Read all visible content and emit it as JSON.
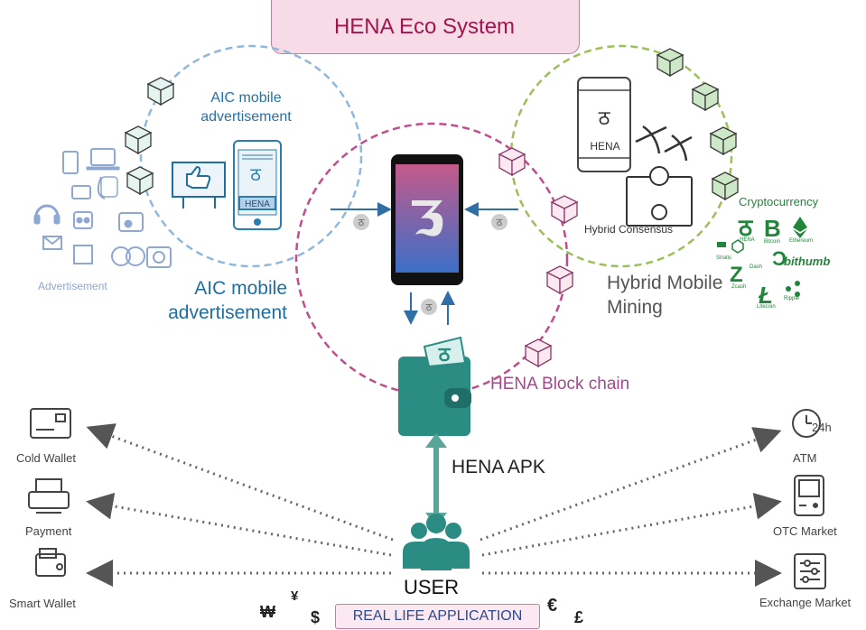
{
  "title": "HENA Eco System",
  "left": {
    "aic_small": "AIC mobile advertisement",
    "aic_big": "AIC mobile advertisement",
    "advertisement": "Advertisement",
    "phone_badge": "HENA"
  },
  "right": {
    "phone_label": "HENA",
    "hybrid_consensus": "Hybrid Consensus",
    "cryptocurrency": "Cryptocurrency",
    "hybrid_mobile_mining": "Hybrid Mobile Mining",
    "coins": {
      "hena": "HENA",
      "bitcoin": "Bitcoin",
      "ethereum": "Ethereum",
      "stratis": "Stratis",
      "dash": "Dash",
      "bithumb": "bithumb",
      "zcash": "Zcash",
      "litecoin": "Litecoin",
      "ripple": "Ripple"
    }
  },
  "center": {
    "block_chain": "HENA Block chain",
    "hena_apk": "HENA APK",
    "user": "USER",
    "real_life": "REAL LIFE APPLICATION"
  },
  "left_targets": [
    "Cold Wallet",
    "Payment",
    "Smart Wallet"
  ],
  "right_targets": [
    "ATM",
    "OTC Market",
    "Exchange Market"
  ],
  "currency_symbols": [
    "₩",
    "¥",
    "$",
    "€",
    "£"
  ],
  "colors": {
    "title_fill": "#f7dbe7",
    "left_circle": "#90b8dc",
    "right_circle": "#9dbf5a",
    "center_circle": "#c14d8c",
    "wallet": "#2b8c84",
    "arrow_blue": "#2f6fa6",
    "crypto_green": "#22863a"
  },
  "icons": [
    "cube-icon",
    "thumbs-up-icon",
    "phone-icon",
    "pickaxe-icon",
    "wallet-icon",
    "user-group-icon",
    "card-icon",
    "printer-icon",
    "clock-24h-icon",
    "handheld-icon",
    "sliders-icon"
  ]
}
